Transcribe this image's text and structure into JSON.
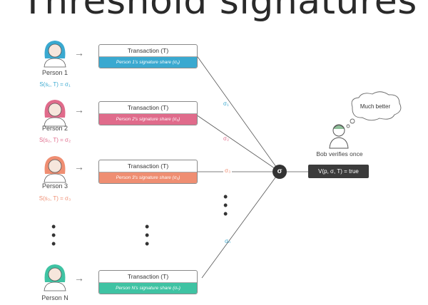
{
  "title": "Threshold signatures",
  "people": [
    {
      "name": "Person 1",
      "formula": "S(s₁, T) = σ₁",
      "tx_title": "Transaction (T)",
      "share_label": "Person 1's signature share (σ₁)",
      "sigma_label": "σ₁",
      "color": "#3aa9d0",
      "hair": "#3aa9d0"
    },
    {
      "name": "Person 2",
      "formula": "S(s₂, T) = σ₂",
      "tx_title": "Transaction (T)",
      "share_label": "Person 2's signature share (σ₂)",
      "sigma_label": "σ₂",
      "color": "#e06b8b",
      "hair": "#e06b8b"
    },
    {
      "name": "Person 3",
      "formula": "S(s₃, T) = σ₃",
      "tx_title": "Transaction (T)",
      "share_label": "Person 3's signature share (σ₃)",
      "sigma_label": "σ₃",
      "color": "#ef8e72",
      "hair": "#ef8e72"
    },
    {
      "name": "Person N",
      "formula": "",
      "tx_title": "Transaction (T)",
      "share_label": "Person N's signature share (σₙ)",
      "sigma_label": "σₙ",
      "color": "#3fc3a3",
      "hair": "#3fc3a3"
    }
  ],
  "aggregate": {
    "symbol": "σ"
  },
  "bob": {
    "label": "Bob verifies once",
    "thought": "Much better",
    "verify": "V(p, σ, T) = true"
  },
  "dots": "•\n•\n•",
  "icons": {
    "person": "person-icon",
    "arrow": "arrow-right-icon",
    "thought": "thought-bubble-icon"
  }
}
